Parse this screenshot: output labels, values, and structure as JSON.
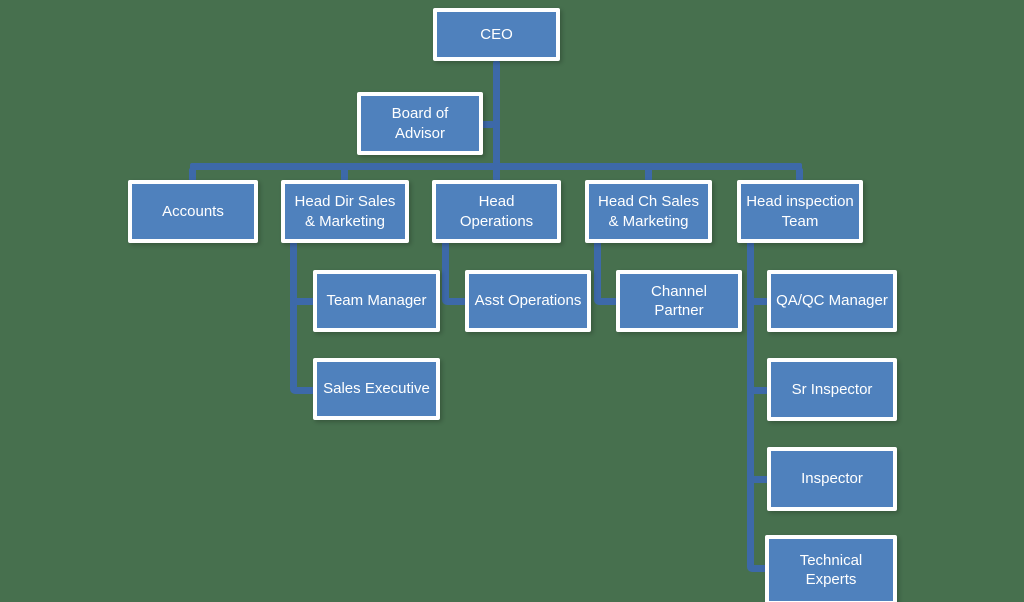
{
  "chart_title": "",
  "nodes": {
    "ceo": {
      "label": "CEO"
    },
    "board": {
      "label": "Board of Advisor"
    },
    "accounts": {
      "label": "Accounts"
    },
    "head_dir_sales": {
      "label": "Head Dir Sales & Marketing"
    },
    "head_operations": {
      "label": "Head Operations"
    },
    "head_ch_sales": {
      "label": "Head Ch Sales & Marketing"
    },
    "head_inspection": {
      "label": "Head inspection Team"
    },
    "team_manager": {
      "label": "Team Manager"
    },
    "asst_operations": {
      "label": "Asst Operations"
    },
    "channel_partner": {
      "label": "Channel Partner"
    },
    "qa_qc_manager": {
      "label": "QA/QC Manager"
    },
    "sales_executive": {
      "label": "Sales Executive"
    },
    "sr_inspector": {
      "label": "Sr Inspector"
    },
    "inspector": {
      "label": "Inspector"
    },
    "technical_experts": {
      "label": "Technical Experts"
    }
  },
  "edges": [
    {
      "from": "ceo",
      "to": "board",
      "type": "assistant"
    },
    {
      "from": "ceo",
      "to": "accounts"
    },
    {
      "from": "ceo",
      "to": "head_dir_sales"
    },
    {
      "from": "ceo",
      "to": "head_operations"
    },
    {
      "from": "ceo",
      "to": "head_ch_sales"
    },
    {
      "from": "ceo",
      "to": "head_inspection"
    },
    {
      "from": "head_dir_sales",
      "to": "team_manager"
    },
    {
      "from": "head_dir_sales",
      "to": "sales_executive"
    },
    {
      "from": "head_operations",
      "to": "asst_operations"
    },
    {
      "from": "head_ch_sales",
      "to": "channel_partner"
    },
    {
      "from": "head_inspection",
      "to": "qa_qc_manager"
    },
    {
      "from": "head_inspection",
      "to": "sr_inspector"
    },
    {
      "from": "head_inspection",
      "to": "inspector"
    },
    {
      "from": "head_inspection",
      "to": "technical_experts"
    }
  ],
  "colors": {
    "background": "#47704e",
    "node_fill": "#4f81bd",
    "node_border": "#ffffff",
    "connector": "#3d69a9",
    "text": "#ffffff"
  }
}
